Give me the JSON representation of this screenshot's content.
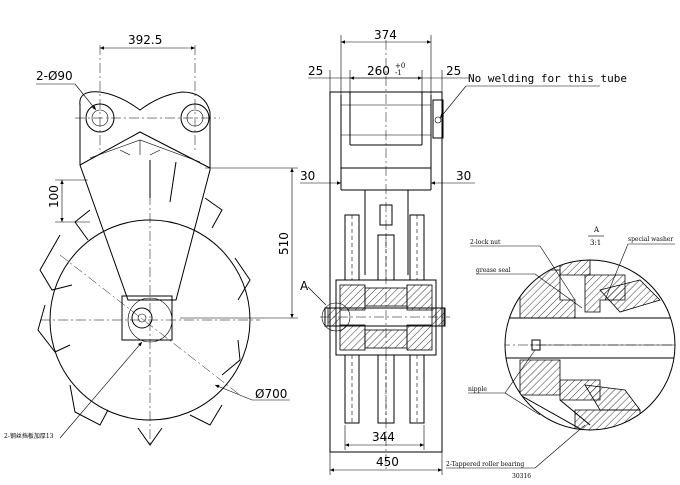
{
  "side_view": {
    "dim_top_width": "392.5",
    "dim_holes": "2-Ø90",
    "dim_100": "100",
    "dim_510": "510",
    "dim_diameter": "Ø700",
    "note_bottom_left": "2-钢丝挡板加厚13"
  },
  "front_view": {
    "dim_374": "374",
    "dim_25_left": "25",
    "dim_260": "260",
    "dim_260_tol": "+0\n-1",
    "dim_25_right": "25",
    "note_tube": "No welding for this tube",
    "dim_30_left": "30",
    "dim_30_right": "30",
    "section_mark": "A",
    "dim_344": "344",
    "dim_450": "450"
  },
  "detail_view": {
    "scale_label": "A",
    "scale_value": "3:1",
    "lock_nut": "2-lock nut",
    "special_washer": "special washer",
    "grease_seal": "grease seal",
    "nipple": "nipple",
    "bearing": "2-Tappered roller bearing",
    "bearing_code": "30316"
  }
}
